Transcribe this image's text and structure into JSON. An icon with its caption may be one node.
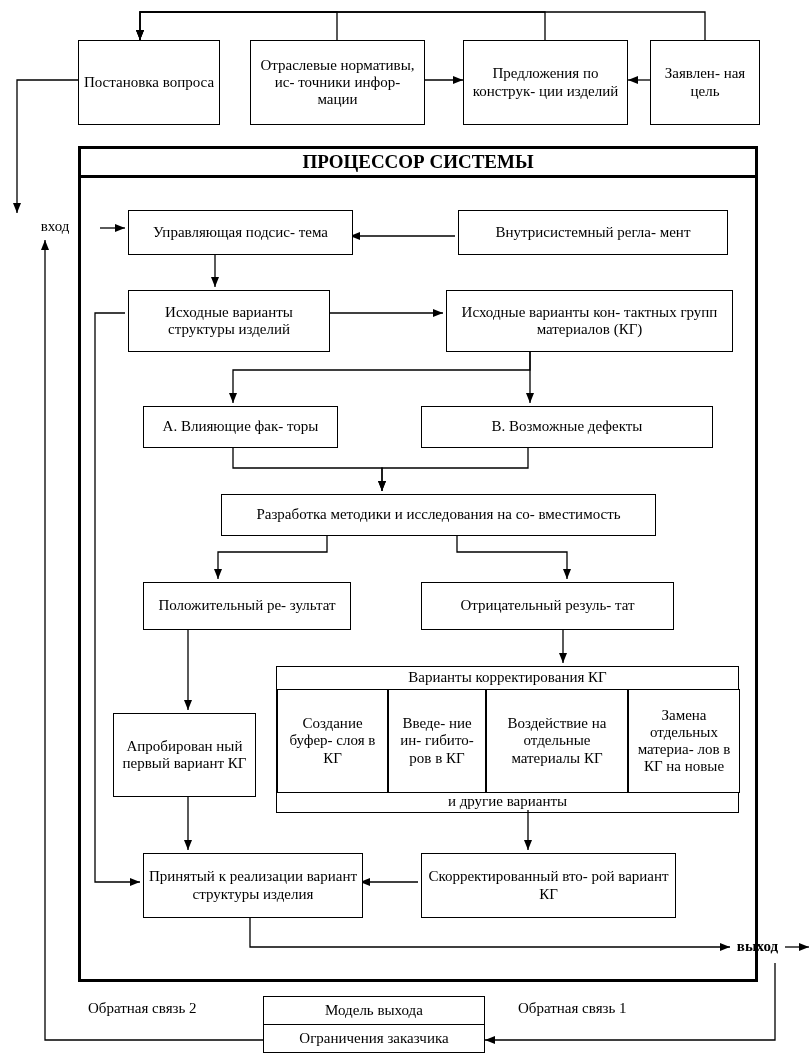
{
  "diagram": {
    "nodes": [
      {
        "text": [
          "Постановка вопроса"
        ]
      },
      {
        "text": [
          "Отраслевые нормативы, ис- точники инфор- мации"
        ]
      },
      {
        "text": [
          "Предложения по конструк- ции изделий"
        ]
      },
      {
        "text": [
          "Заявлен- ная цель"
        ]
      },
      {
        "text": [
          "ПРОЦЕССОР СИСТЕМЫ"
        ]
      },
      {
        "text": [
          "вход"
        ]
      },
      {
        "text": [
          "Управляющая подсис- тема"
        ],
        "in": 4
      },
      {
        "text": [
          "Внутрисистемный регла- мент"
        ],
        "in": 4
      },
      {
        "text": [
          "Исходные варианты структуры изделий"
        ],
        "in": 4
      },
      {
        "text": [
          "Исходные варианты кон- тактных групп материалов (КГ)"
        ],
        "in": 4
      },
      {
        "text": [
          "А. Влияющие фак- торы"
        ],
        "in": 4
      },
      {
        "text": [
          "В. Возможные дефекты"
        ],
        "in": 4
      },
      {
        "text": [
          "Разработка методики и исследования на со- вместимость"
        ],
        "in": 4
      },
      {
        "text": [
          "Положительный ре- зультат"
        ],
        "in": 4
      },
      {
        "text": [
          "Отрицательный резуль- тат"
        ],
        "in": 4
      },
      {
        "text": [
          "Апробирован ный первый вариант КГ"
        ],
        "in": 4
      },
      {
        "text": [
          "Варианты корректирования КГ",
          "и другие варианты"
        ],
        "in": 4
      },
      {
        "text": [
          "Создание буфер- слоя в КГ"
        ],
        "in": 16
      },
      {
        "text": [
          "Введе- ние ин- гибито- ров в КГ"
        ],
        "in": 16
      },
      {
        "text": [
          "Воздействие на отдельные материалы КГ"
        ],
        "in": 16
      },
      {
        "text": [
          "Замена отдельных материа- лов в КГ на новые"
        ],
        "in": 16
      },
      {
        "text": [
          "Принятый к реализации вариант структуры изделия"
        ],
        "in": 4
      },
      {
        "text": [
          "Скорректированный вто- рой вариант КГ"
        ],
        "in": 4
      },
      {
        "text": [
          "выход"
        ]
      },
      {
        "text": [
          "Модель выхода",
          "Ограничения заказчика"
        ]
      }
    ],
    "edges": [
      {
        "from": 1,
        "to": 0,
        "arrow": "to"
      },
      {
        "from": 2,
        "to": 0,
        "arrow": "to"
      },
      {
        "from": 3,
        "to": 0,
        "arrow": "to"
      },
      {
        "from": 1,
        "to": 2,
        "arrow": "to"
      },
      {
        "from": 3,
        "to": 2,
        "arrow": "to"
      },
      {
        "from": 0,
        "to": 5,
        "arrow": "to"
      },
      {
        "from": 5,
        "to": 6,
        "arrow": "to"
      },
      {
        "from": 7,
        "to": 6,
        "arrow": "to"
      },
      {
        "from": 6,
        "to": 8,
        "arrow": "to"
      },
      {
        "from": 8,
        "to": 9,
        "arrow": "to"
      },
      {
        "from": 9,
        "to": 10,
        "arrow": "to"
      },
      {
        "from": 9,
        "to": 11,
        "arrow": "to"
      },
      {
        "from": 10,
        "to": 12,
        "arrow": "to"
      },
      {
        "from": 11,
        "to": 12,
        "arrow": "to"
      },
      {
        "from": 12,
        "to": 13,
        "arrow": "to"
      },
      {
        "from": 12,
        "to": 14,
        "arrow": "to"
      },
      {
        "from": 13,
        "to": 15,
        "arrow": "to"
      },
      {
        "from": 14,
        "to": 16,
        "arrow": "to"
      },
      {
        "from": 15,
        "to": 21,
        "arrow": "to"
      },
      {
        "from": 16,
        "to": 22,
        "arrow": "to"
      },
      {
        "from": 22,
        "to": 21,
        "arrow": "to"
      },
      {
        "from": 8,
        "to": 21,
        "arrow": "to"
      },
      {
        "from": 21,
        "to": 23,
        "arrow": "to"
      },
      {
        "from": 23,
        "to": null,
        "arrow": "to"
      },
      {
        "from": 23,
        "to": 24,
        "label": "Обратная связь 1",
        "arrow": "to"
      },
      {
        "from": 24,
        "to": 5,
        "label": "Обратная связь 2",
        "arrow": "to"
      }
    ]
  }
}
